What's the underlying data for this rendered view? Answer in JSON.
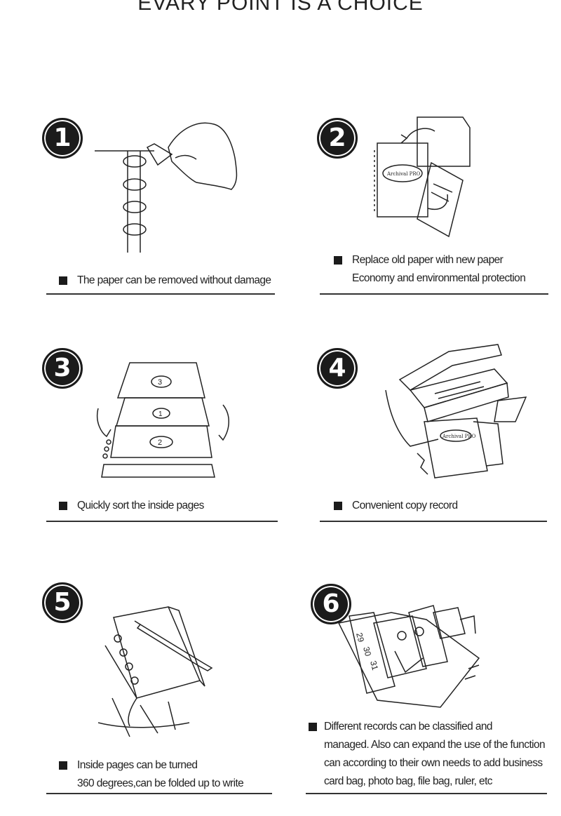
{
  "title": "EVARY POINT IS A CHOICE",
  "panels": [
    {
      "number": "1",
      "caption": [
        "The paper can be removed without damage"
      ]
    },
    {
      "number": "2",
      "caption": [
        "Replace old paper with new paper",
        "Economy and environmental protection"
      ]
    },
    {
      "number": "3",
      "caption": [
        "Quickly sort the inside pages"
      ]
    },
    {
      "number": "4",
      "caption": [
        "Convenient copy  record"
      ]
    },
    {
      "number": "5",
      "caption": [
        "Inside pages can be turned",
        "360 degrees,can be folded up to write"
      ]
    },
    {
      "number": "6",
      "caption": [
        "Different records can be classified and",
        "managed. Also can expand the use of the function",
        "can according to their own needs to add business",
        "card bag, photo bag, file bag, ruler, etc"
      ]
    }
  ],
  "illustration_text": {
    "brand_2": "Archival PRO",
    "brand_4": "Archival PRO",
    "pages_3": [
      "3",
      "1",
      "2"
    ],
    "dates_6": [
      "29",
      "30",
      "31"
    ]
  }
}
